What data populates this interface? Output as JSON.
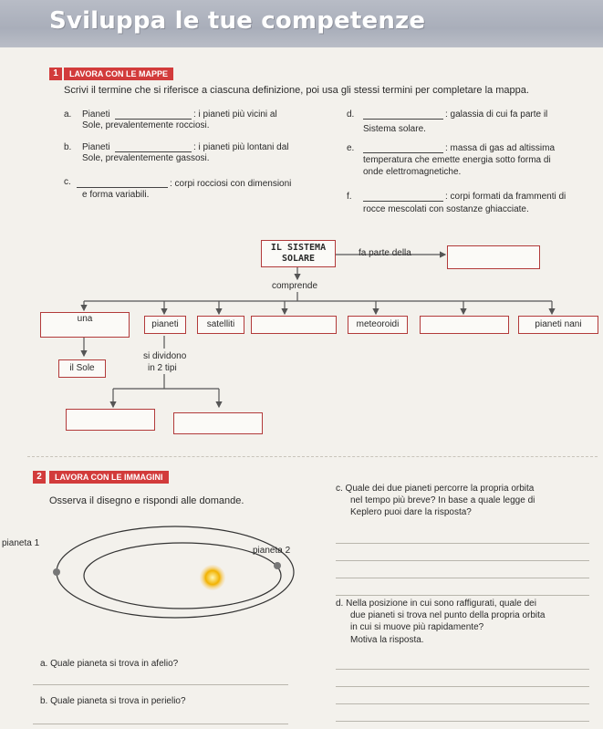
{
  "header": {
    "title": "Sviluppa le tue competenze"
  },
  "section1": {
    "number": "1",
    "label": "LAVORA CON LE MAPPE",
    "instruction": "Scrivi il termine che si riferisce a ciascuna definizione, poi usa gli stessi termini per completare la mappa.",
    "defs": {
      "a_letter": "a.",
      "a_line1": "Pianeti",
      "a_line1b": ": i pianeti più vicini al",
      "a_line2": "Sole, prevalentemente rocciosi.",
      "b_letter": "b.",
      "b_line1": "Pianeti",
      "b_line1b": ": i pianeti più lontani dal",
      "b_line2": "Sole, prevalentemente gassosi.",
      "c_letter": "c.",
      "c_line1b": ": corpi rocciosi con dimensioni",
      "c_line2": "e forma variabili.",
      "d_letter": "d.",
      "d_line1b": ": galassia di cui fa parte il",
      "d_line2": "Sistema solare.",
      "e_letter": "e.",
      "e_line1b": ": massa di gas ad altissima",
      "e_line2": "temperatura che emette energia sotto forma di",
      "e_line3": "onde elettromagnetiche.",
      "f_letter": "f.",
      "f_line1b": ": corpi formati da frammenti di",
      "f_line2": "rocce mescolati con sostanze ghiacciate."
    },
    "map": {
      "root_line1": "IL SISTEMA",
      "root_line2": "SOLARE",
      "fa_parte": "fa parte della",
      "comprende": "comprende",
      "una": "una",
      "pianeti": "pianeti",
      "satelliti": "satelliti",
      "meteoroidi": "meteoroidi",
      "pianeti_nani": "pianeti nani",
      "si_dividono": "si dividono",
      "in_2_tipi": "in 2 tipi",
      "il_sole": "il Sole"
    }
  },
  "section2": {
    "number": "2",
    "label": "LAVORA CON LE IMMAGINI",
    "instruction": "Osserva il disegno e rispondi alle domande.",
    "planet1": "pianeta 1",
    "planet2": "pianeta 2",
    "qa": "a. Quale pianeta si trova in afelio?",
    "qb": "b. Quale pianeta si trova in perielio?",
    "qc_line1": "c. Quale dei due pianeti percorre la propria orbita",
    "qc_line2": "nel tempo più breve? In base a quale legge di",
    "qc_line3": "Keplero puoi dare la risposta?",
    "qd_line1": "d. Nella posizione in cui sono raffigurati, quale dei",
    "qd_line2": "due pianeti si trova nel punto della propria orbita",
    "qd_line3": "in cui si muove più rapidamente?",
    "qd_line4": "Motiva la risposta."
  },
  "colors": {
    "accent": "#d23b3b",
    "box_border": "#b23a3a",
    "header_bg": "#aeb2bd",
    "sun": "#f2b200"
  }
}
